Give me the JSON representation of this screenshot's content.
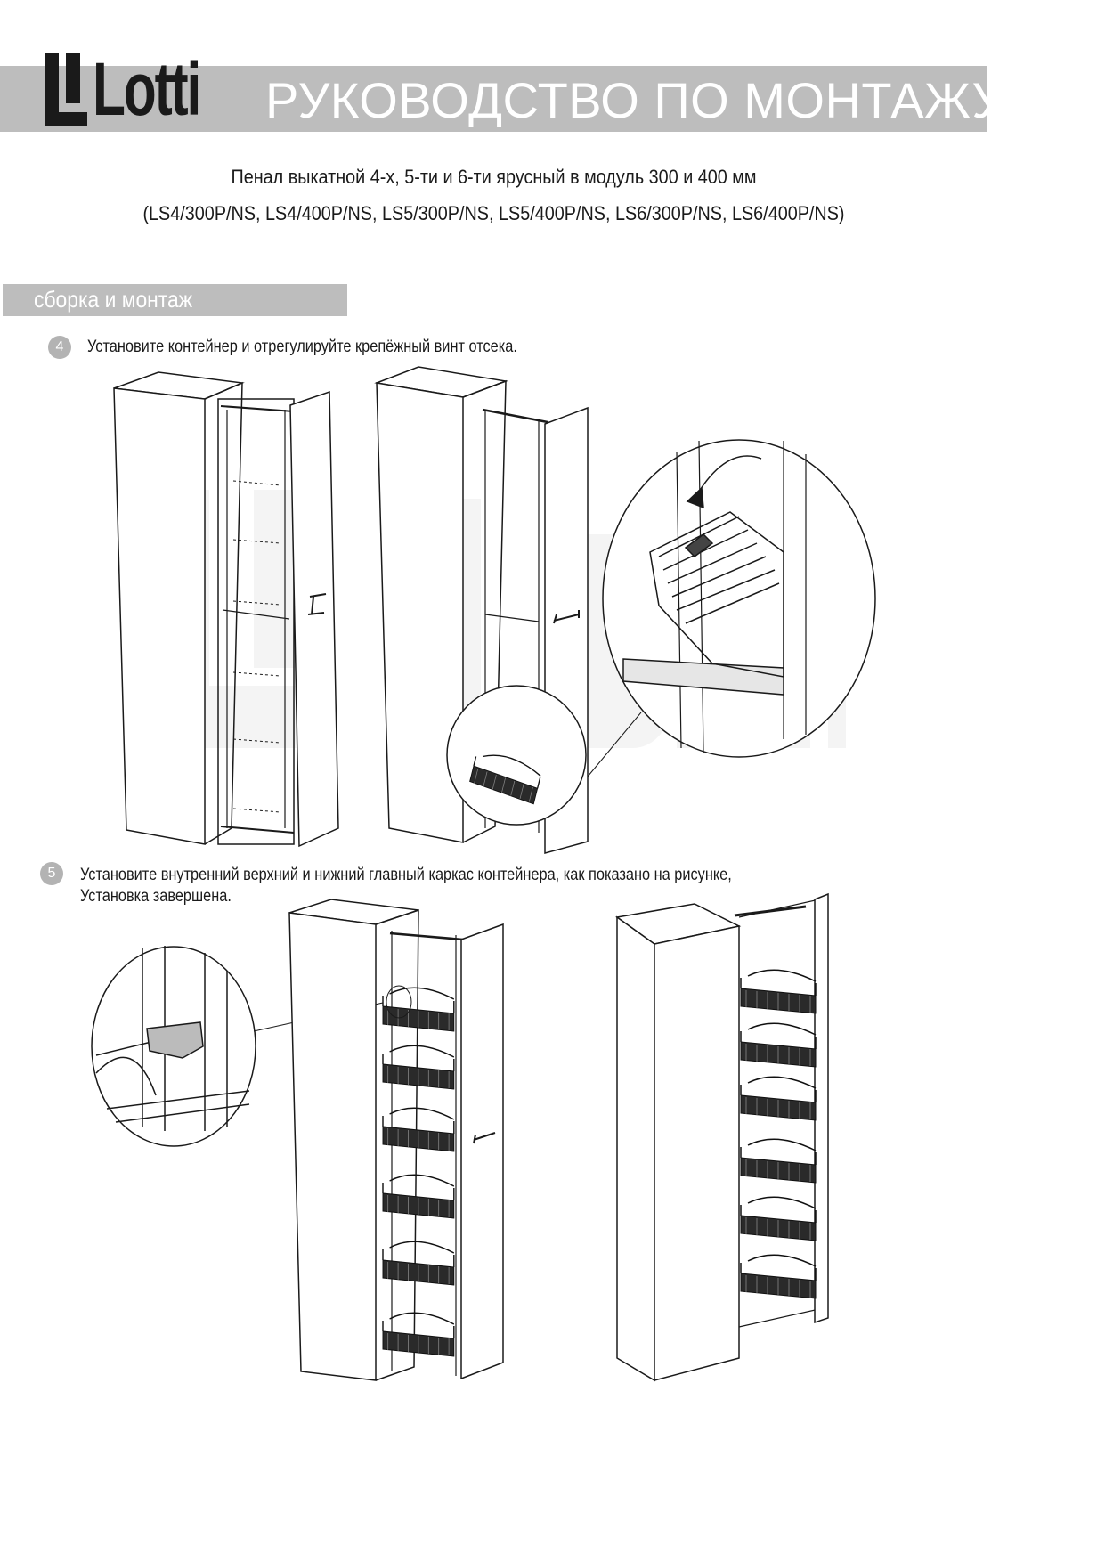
{
  "header": {
    "logo_text": "Lotti",
    "title": "РУКОВОДСТВО ПО МОНТАЖУ"
  },
  "product": {
    "line1": "Пенал выкатной 4-х, 5-ти и 6-ти ярусный в модуль 300 и 400 мм",
    "line2": "(LS4/300P/NS, LS4/400P/NS, LS5/300P/NS, LS5/400P/NS, LS6/300P/NS, LS6/400P/NS)"
  },
  "section": {
    "label": "сборка и монтаж"
  },
  "steps": [
    {
      "number": "4",
      "text": "Установите контейнер и отрегулируйте крепёжный винт отсека."
    },
    {
      "number": "5",
      "text_line1": "Установите внутренний верхний и нижний главный каркас контейнера, как показано на рисунке,",
      "text_line2": "Установка завершена."
    }
  ],
  "colors": {
    "band_gray": "#bdbdbd",
    "ink": "#1a1a1a",
    "badge_gray": "#b3b3b3"
  }
}
